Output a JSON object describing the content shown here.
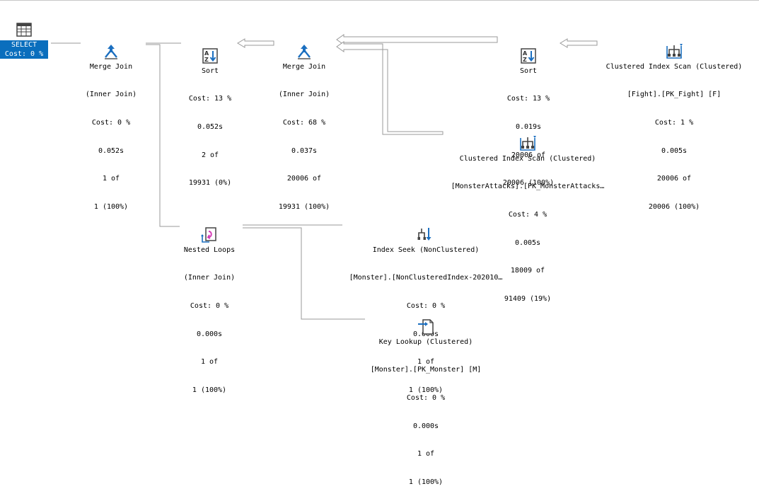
{
  "select": {
    "name": "SELECT",
    "cost": "Cost: 0 %"
  },
  "nodes": {
    "merge_join_1": {
      "lines": [
        "Merge Join",
        "(Inner Join)",
        "Cost: 0 %",
        "0.052s",
        "1 of",
        "1 (100%)"
      ]
    },
    "sort_1": {
      "lines": [
        "Sort",
        "Cost: 13 %",
        "0.052s",
        "2 of",
        "19931 (0%)"
      ]
    },
    "merge_join_2": {
      "lines": [
        "Merge Join",
        "(Inner Join)",
        "Cost: 68 %",
        "0.037s",
        "20006 of",
        "19931 (100%)"
      ]
    },
    "sort_2": {
      "lines": [
        "Sort",
        "Cost: 13 %",
        "0.019s",
        "20006 of",
        "20006 (100%)"
      ]
    },
    "scan_fight": {
      "lines": [
        "Clustered Index Scan (Clustered)",
        "[Fight].[PK_Fight] [F]",
        "Cost: 1 %",
        "0.005s",
        "20006 of",
        "20006 (100%)"
      ]
    },
    "scan_monster_attacks": {
      "lines": [
        "Clustered Index Scan (Clustered)",
        "[MonsterAttacks].[PK_MonsterAttacks…",
        "Cost: 4 %",
        "0.005s",
        "18009 of",
        "91409 (19%)"
      ]
    },
    "nested_loops": {
      "lines": [
        "Nested Loops",
        "(Inner Join)",
        "Cost: 0 %",
        "0.000s",
        "1 of",
        "1 (100%)"
      ]
    },
    "index_seek": {
      "lines": [
        "Index Seek (NonClustered)",
        "[Monster].[NonClusteredIndex-202010…",
        "Cost: 0 %",
        "0.000s",
        "1 of",
        "1 (100%)"
      ]
    },
    "key_lookup": {
      "lines": [
        "Key Lookup (Clustered)",
        "[Monster].[PK_Monster] [M]",
        "Cost: 0 %",
        "0.000s",
        "1 of",
        "1 (100%)"
      ]
    }
  },
  "colors": {
    "select_highlight": "#0a6ebd",
    "icon_blue": "#1b6fc0",
    "icon_magenta": "#d63ab6",
    "wire": "#a0a0a0"
  },
  "icons": {
    "select": "table-grid-icon",
    "merge_join": "merge-join-icon",
    "sort": "sort-az-icon",
    "clustered_index_scan": "clustered-index-scan-icon",
    "nested_loops": "nested-loops-icon",
    "index_seek": "index-seek-icon",
    "key_lookup": "key-lookup-icon"
  }
}
